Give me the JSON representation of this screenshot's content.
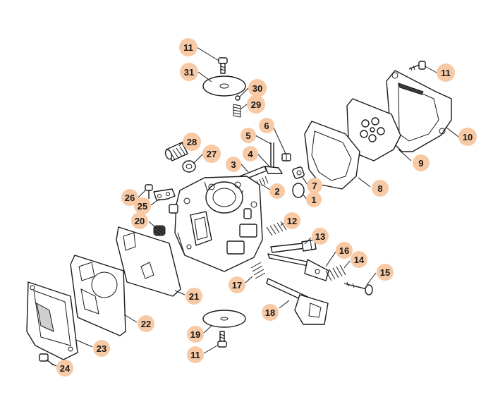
{
  "callouts": [
    {
      "id": "11",
      "label": "11"
    },
    {
      "id": "31",
      "label": "31"
    },
    {
      "id": "30",
      "label": "30"
    },
    {
      "id": "29",
      "label": "29"
    },
    {
      "id": "11b",
      "label": "11"
    },
    {
      "id": "10",
      "label": "10"
    },
    {
      "id": "28",
      "label": "28"
    },
    {
      "id": "27",
      "label": "27"
    },
    {
      "id": "6",
      "label": "6"
    },
    {
      "id": "5",
      "label": "5"
    },
    {
      "id": "4",
      "label": "4"
    },
    {
      "id": "3",
      "label": "3"
    },
    {
      "id": "2",
      "label": "2"
    },
    {
      "id": "7",
      "label": "7"
    },
    {
      "id": "1",
      "label": "1"
    },
    {
      "id": "9",
      "label": "9"
    },
    {
      "id": "8",
      "label": "8"
    },
    {
      "id": "26",
      "label": "26"
    },
    {
      "id": "25",
      "label": "25"
    },
    {
      "id": "20",
      "label": "20"
    },
    {
      "id": "12",
      "label": "12"
    },
    {
      "id": "13",
      "label": "13"
    },
    {
      "id": "16",
      "label": "16"
    },
    {
      "id": "14",
      "label": "14"
    },
    {
      "id": "15",
      "label": "15"
    },
    {
      "id": "17",
      "label": "17"
    },
    {
      "id": "21",
      "label": "21"
    },
    {
      "id": "18",
      "label": "18"
    },
    {
      "id": "22",
      "label": "22"
    },
    {
      "id": "19",
      "label": "19"
    },
    {
      "id": "11c",
      "label": "11"
    },
    {
      "id": "23",
      "label": "23"
    },
    {
      "id": "24",
      "label": "24"
    }
  ],
  "colors": {
    "callout_fill": "#f7c9a4",
    "line": "#1a1a1a",
    "background": "#ffffff"
  }
}
